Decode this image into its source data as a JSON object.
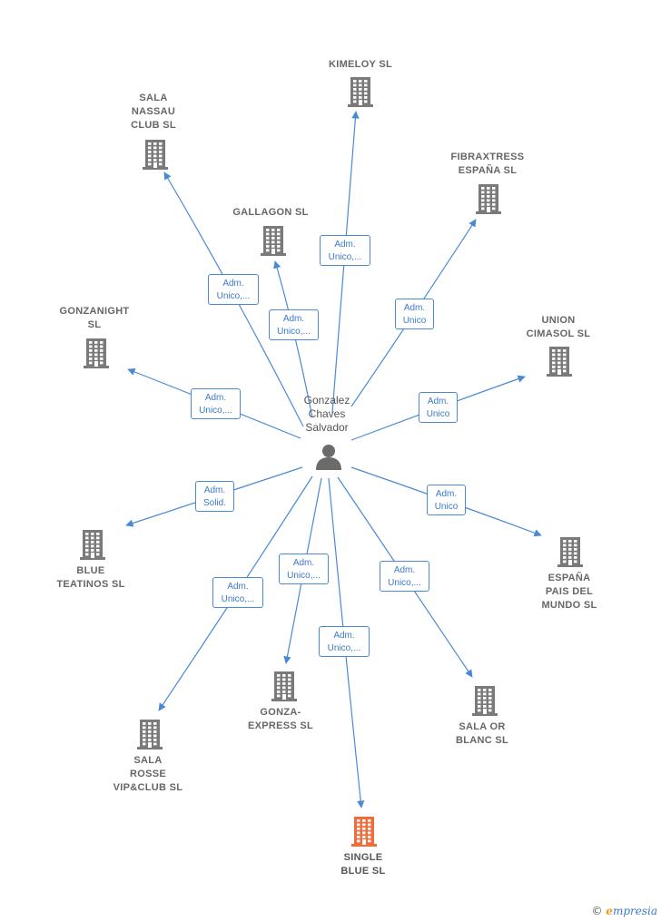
{
  "colors": {
    "edge": "#4a8ad4",
    "building": "#7a7a7a",
    "building_highlight": "#f26b3a",
    "person": "#6b6b6b"
  },
  "center": {
    "label": "Gonzalez\nChaves\nSalvador",
    "icon": "person-icon"
  },
  "nodes": [
    {
      "id": "kimeloy",
      "label": "KIMELOY  SL",
      "role": "Adm.\nUnico,...",
      "highlight": false
    },
    {
      "id": "sala-nassau",
      "label": "SALA\nNASSAU\nCLUB  SL",
      "role": "Adm.\nUnico,...",
      "highlight": false
    },
    {
      "id": "fibraxtress",
      "label": "FIBRAXTRESS\nESPAÑA  SL",
      "role": "Adm.\nUnico",
      "highlight": false
    },
    {
      "id": "gallagon",
      "label": "GALLAGON  SL",
      "role": "Adm.\nUnico,...",
      "highlight": false
    },
    {
      "id": "gonzanight",
      "label": "GONZANIGHT\nSL",
      "role": "Adm.\nUnico,...",
      "highlight": false
    },
    {
      "id": "union-cimasol",
      "label": "UNION\nCIMASOL  SL",
      "role": "Adm.\nUnico",
      "highlight": false
    },
    {
      "id": "blue-teatinos",
      "label": "BLUE\nTEATINOS  SL",
      "role": "Adm.\nSolid.",
      "highlight": false
    },
    {
      "id": "espana-pais",
      "label": "ESPAÑA\nPAIS DEL\nMUNDO  SL",
      "role": "Adm.\nUnico",
      "highlight": false
    },
    {
      "id": "sala-rosse",
      "label": "SALA\nROSSE\nVIP&CLUB  SL",
      "role": "Adm.\nUnico,...",
      "highlight": false
    },
    {
      "id": "gonza-express",
      "label": "GONZA-\nEXPRESS  SL",
      "role": "Adm.\nUnico,...",
      "highlight": false
    },
    {
      "id": "sala-or-blanc",
      "label": "SALA OR\nBLANC  SL",
      "role": "Adm.\nUnico,...",
      "highlight": false
    },
    {
      "id": "single-blue",
      "label": "SINGLE\nBLUE  SL",
      "role": "Adm.\nUnico,...",
      "highlight": true
    }
  ],
  "brand": {
    "copyright": "©",
    "name": "mpresia",
    "initial": "e"
  }
}
